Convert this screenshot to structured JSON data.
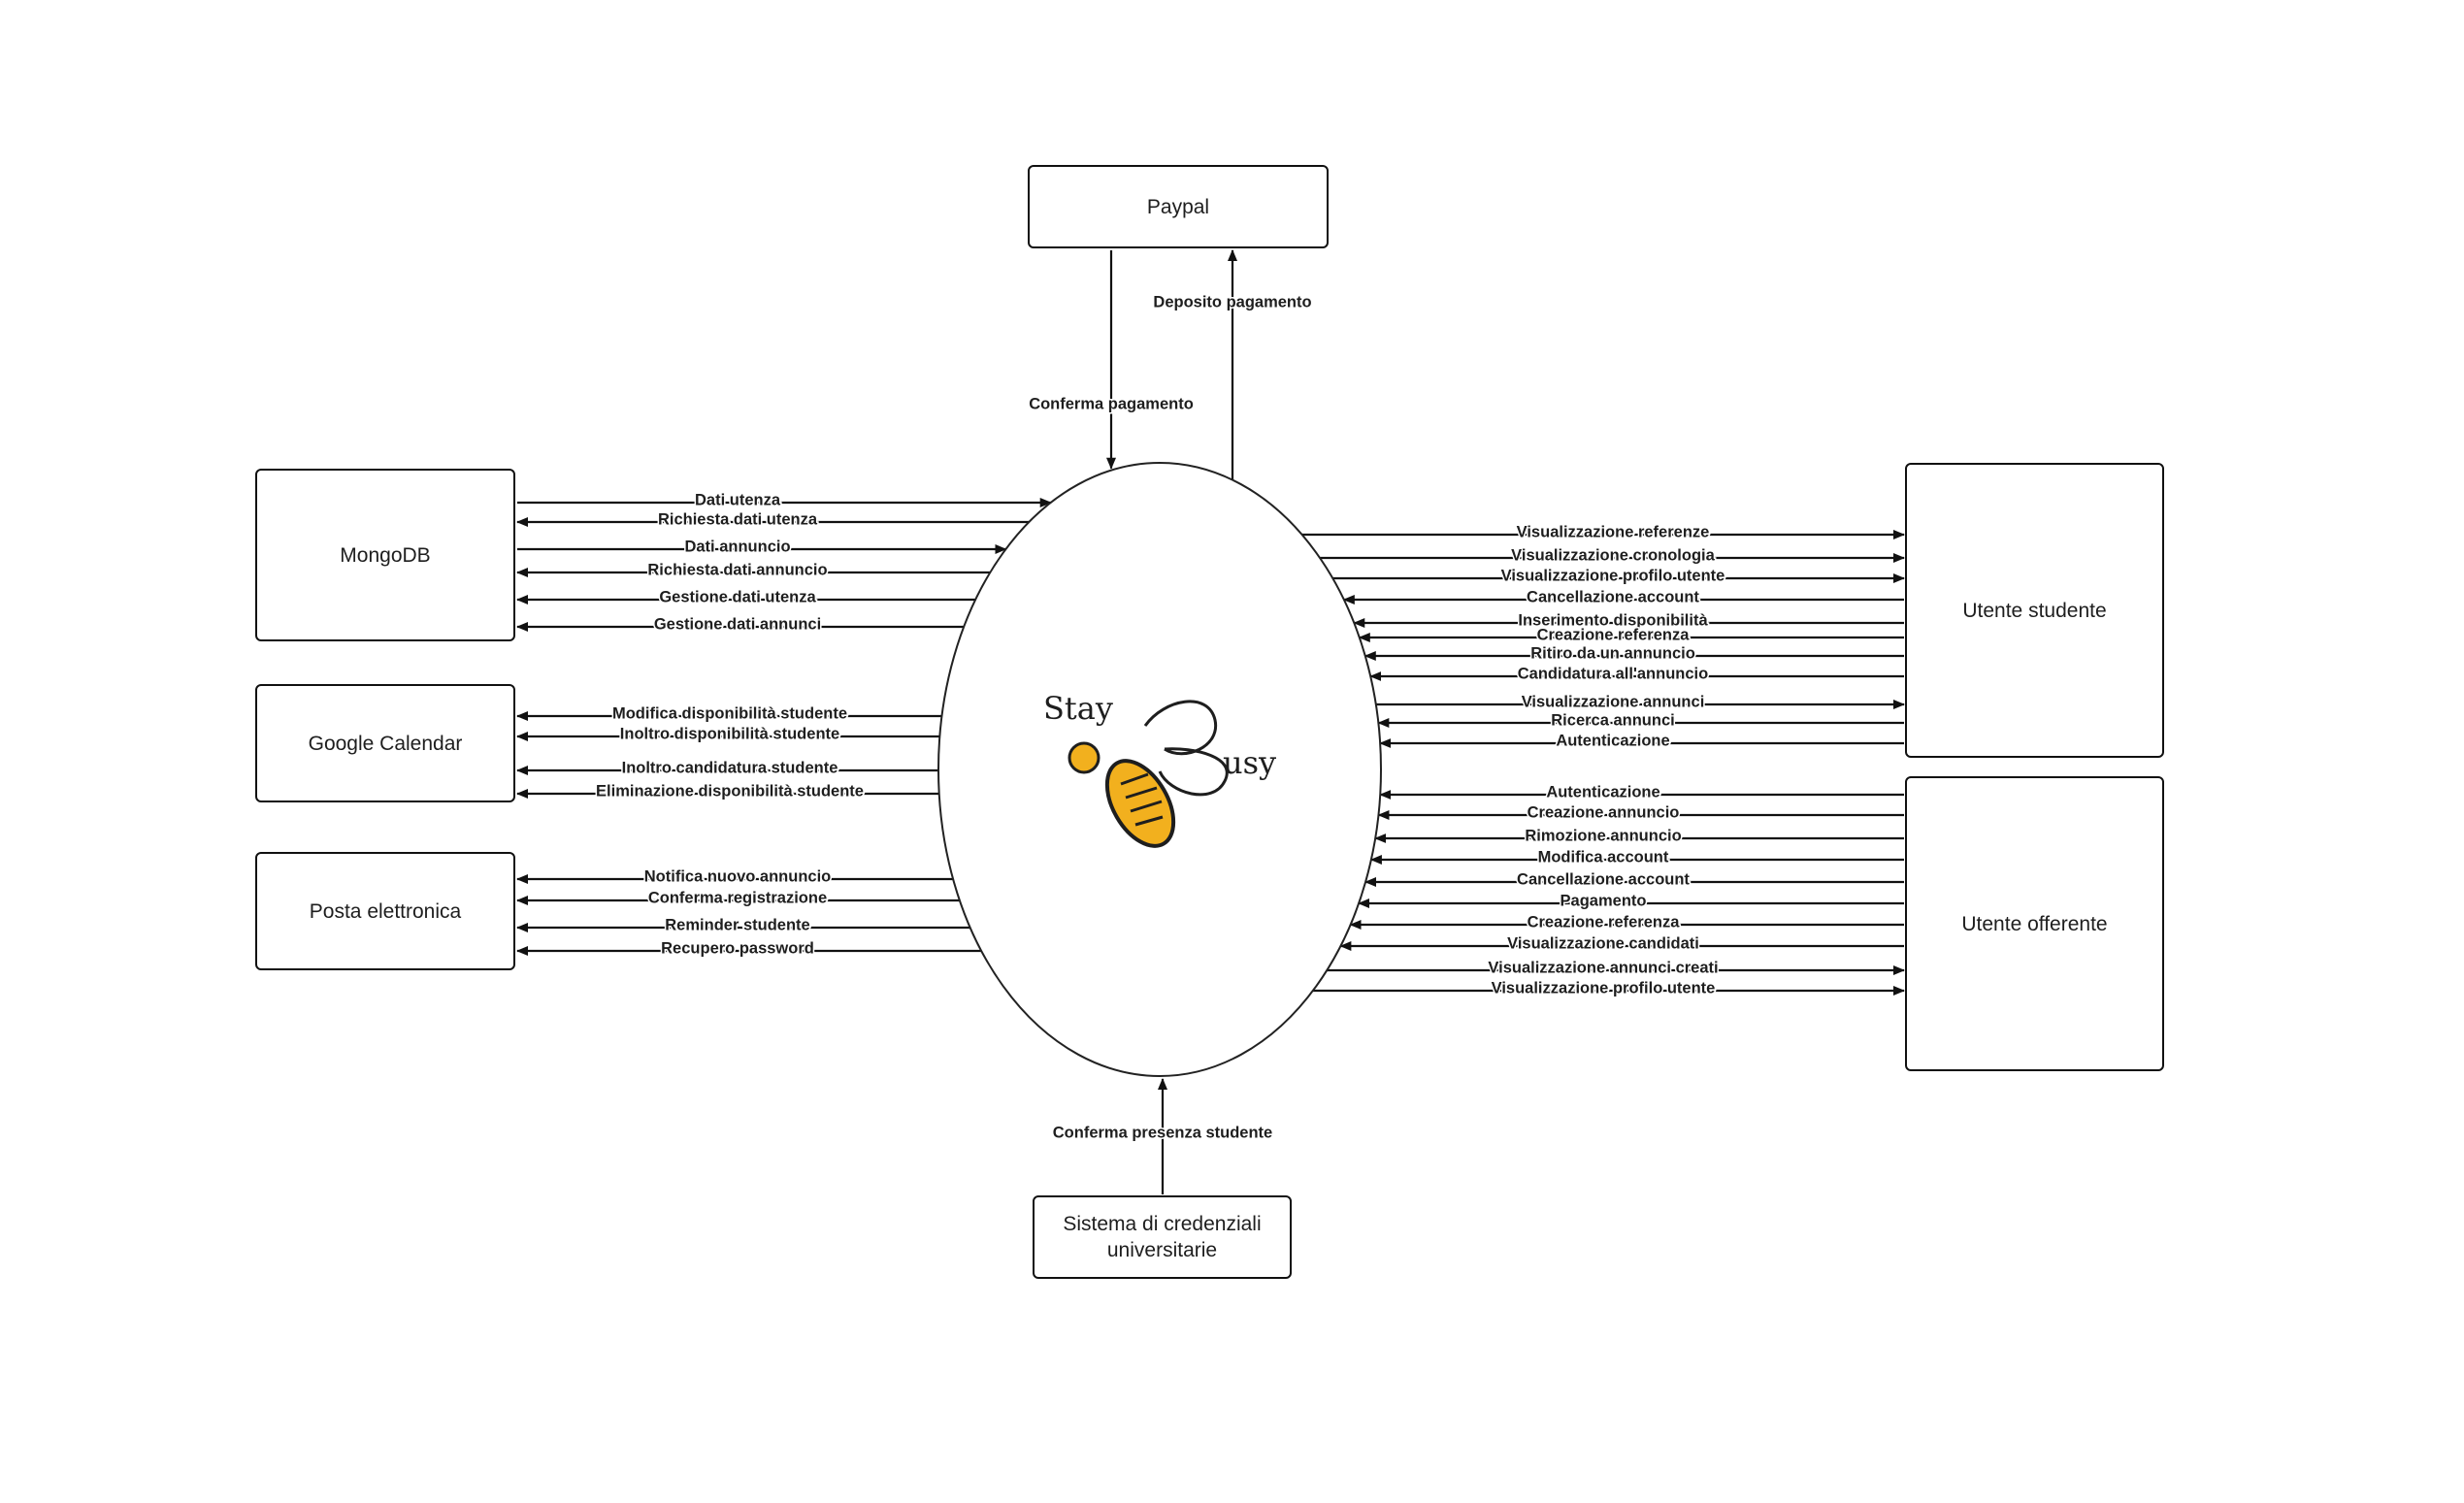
{
  "entities": {
    "paypal": "Paypal",
    "mongodb": "MongoDB",
    "google_calendar": "Google Calendar",
    "posta": "Posta elettronica",
    "studente": "Utente studente",
    "offerente": "Utente offerente",
    "credenziali": "Sistema di credenziali\nuniversitarie"
  },
  "logo": {
    "stay": "Stay",
    "usy": "usy",
    "accent": "#f2b01e"
  },
  "flows": {
    "paypal": [
      {
        "label": "Deposito pagamento",
        "dir": "to-entity"
      },
      {
        "label": "Conferma pagamento",
        "dir": "to-system"
      }
    ],
    "credenziali": [
      {
        "label": "Conferma presenza studente",
        "dir": "to-system"
      }
    ],
    "mongodb": [
      {
        "label": "Dati utenza",
        "dir": "to-system"
      },
      {
        "label": "Richiesta dati utenza",
        "dir": "to-entity"
      },
      {
        "label": "Dati annuncio",
        "dir": "to-system"
      },
      {
        "label": "Richiesta dati annuncio",
        "dir": "to-entity"
      },
      {
        "label": "Gestione dati utenza",
        "dir": "to-entity"
      },
      {
        "label": "Gestione dati annunci",
        "dir": "to-entity"
      }
    ],
    "google_calendar": [
      {
        "label": "Modifica disponibilità studente",
        "dir": "to-entity"
      },
      {
        "label": "Inoltro disponibilità studente",
        "dir": "to-entity"
      },
      {
        "label": "Inoltro candidatura studente",
        "dir": "to-entity"
      },
      {
        "label": "Eliminazione disponibilità studente",
        "dir": "to-entity"
      }
    ],
    "posta": [
      {
        "label": "Notifica nuovo annuncio",
        "dir": "to-entity"
      },
      {
        "label": "Conferma registrazione",
        "dir": "to-entity"
      },
      {
        "label": "Reminder studente",
        "dir": "to-entity"
      },
      {
        "label": "Recupero password",
        "dir": "to-entity"
      }
    ],
    "studente": [
      {
        "label": "Visualizzazione referenze",
        "dir": "to-entity"
      },
      {
        "label": "Visualizzazione cronologia",
        "dir": "to-entity"
      },
      {
        "label": "Visualizzazione profilo utente",
        "dir": "to-entity"
      },
      {
        "label": "Cancellazione account",
        "dir": "to-system"
      },
      {
        "label": "Inserimento disponibilità",
        "dir": "to-system"
      },
      {
        "label": "Creazione referenza",
        "dir": "to-system"
      },
      {
        "label": "Ritiro da un annuncio",
        "dir": "to-system"
      },
      {
        "label": "Candidatura all'annuncio",
        "dir": "to-system"
      },
      {
        "label": "Visualizzazione annunci",
        "dir": "to-entity"
      },
      {
        "label": "Ricerca annunci",
        "dir": "to-system"
      },
      {
        "label": "Autenticazione",
        "dir": "to-system"
      }
    ],
    "offerente": [
      {
        "label": "Autenticazione",
        "dir": "to-system"
      },
      {
        "label": "Creazione annuncio",
        "dir": "to-system"
      },
      {
        "label": "Rimozione annuncio",
        "dir": "to-system"
      },
      {
        "label": "Modifica account",
        "dir": "to-system"
      },
      {
        "label": "Cancellazione account",
        "dir": "to-system"
      },
      {
        "label": "Pagamento",
        "dir": "to-system"
      },
      {
        "label": "Creazione referenza",
        "dir": "to-system"
      },
      {
        "label": "Visualizzazione candidati",
        "dir": "to-system"
      },
      {
        "label": "Visualizzazione annunci creati",
        "dir": "to-entity"
      },
      {
        "label": "Visualizzazione profilo utente",
        "dir": "to-entity"
      }
    ]
  }
}
